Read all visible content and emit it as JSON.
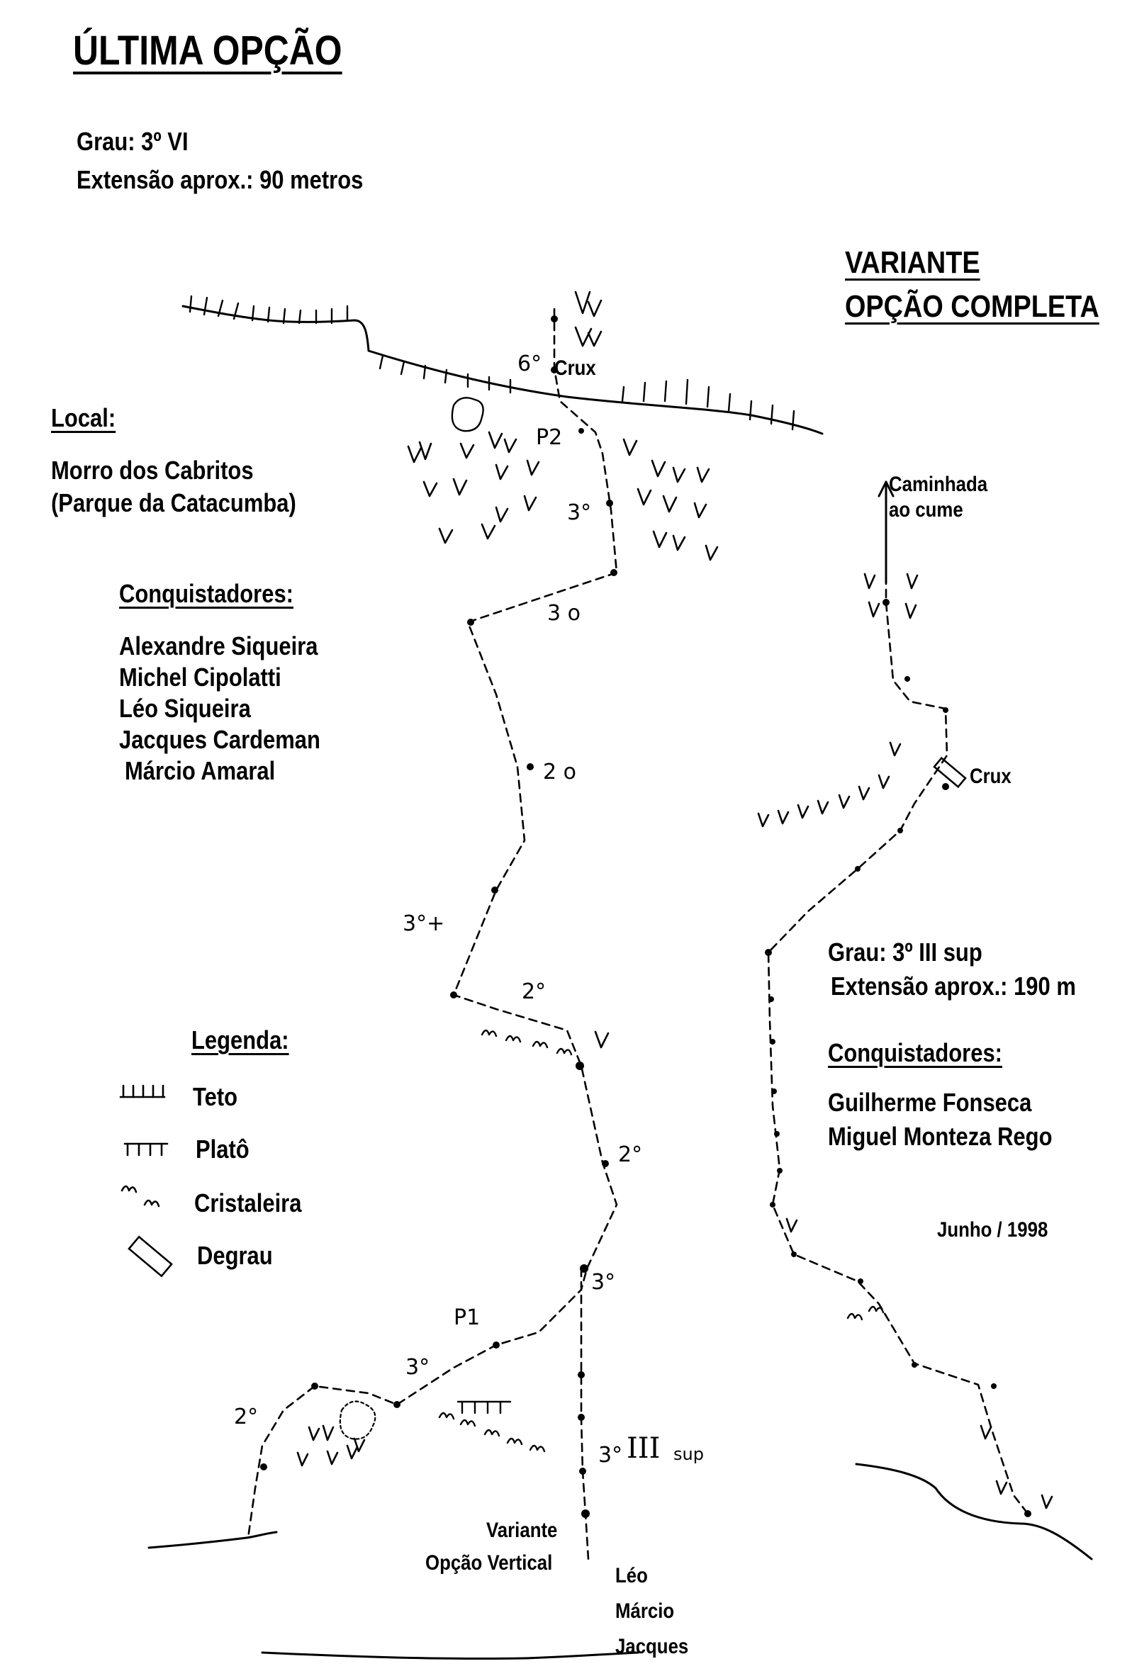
{
  "main_route": {
    "title": "ÚLTIMA OPÇÃO",
    "grade_line": "Grau: 3º VI",
    "length_line": "Extensão aprox.: 90 metros",
    "local_label": "Local:",
    "local_name": "Morro dos Cabritos",
    "local_park": "(Parque da Catacumba)",
    "conquerors_label": "Conquistadores:",
    "conquerors": [
      "Alexandre Siqueira",
      "Michel Cipolatti",
      "Léo Siqueira",
      "Jacques Cardeman",
      "Márcio Amaral"
    ]
  },
  "legend": {
    "title": "Legenda:",
    "items": [
      {
        "icon": "teto-icon",
        "label": "Teto"
      },
      {
        "icon": "plato-icon",
        "label": "Platô"
      },
      {
        "icon": "cristaleira-icon",
        "label": "Cristaleira"
      },
      {
        "icon": "degrau-icon",
        "label": "Degrau"
      }
    ]
  },
  "variant_complete": {
    "title_line1": "VARIANTE",
    "title_line2": "OPÇÃO COMPLETA",
    "walk_line1": "Caminhada",
    "walk_line2": "ao cume",
    "crux_label": "Crux",
    "grade_line": "Grau: 3º III sup",
    "length_line": "Extensão aprox.: 190 m",
    "conquerors_label": "Conquistadores:",
    "conquerors": [
      "Guilherme Fonseca",
      "Miguel Monteza Rego"
    ],
    "date": "Junho / 1998"
  },
  "variant_vertical": {
    "line1": "Variante",
    "line2": "Opção Vertical",
    "names": [
      "Léo",
      "Márcio",
      "Jacques"
    ]
  },
  "topo_marks": {
    "crux_top": "Crux",
    "six": "6°",
    "p2": "P2",
    "three_a": "3°",
    "three_b": "3 o",
    "two_a": "2 o",
    "three_plus": "3°+",
    "two_b": "2°",
    "two_c": "2°",
    "three_c": "3°",
    "p1": "P1",
    "three_d": "3°",
    "two_d": "2°",
    "three_sup": "3°",
    "roman_three": "III",
    "sup": "sup"
  }
}
